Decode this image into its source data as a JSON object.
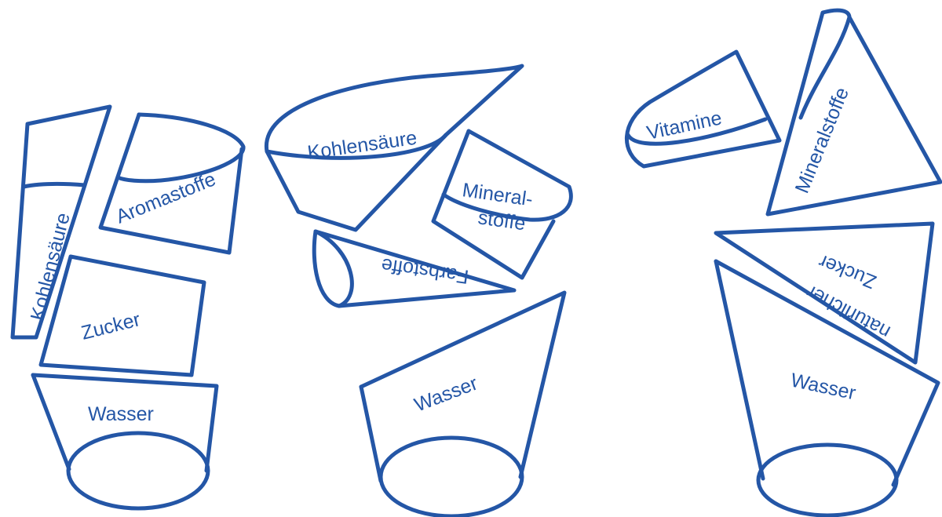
{
  "colors": {
    "stroke": "#2456a6",
    "background": "#ffffff"
  },
  "cups": [
    {
      "name": "cup-1",
      "pieces": [
        {
          "id": "kohlensaeure",
          "label": "Kohlensäure"
        },
        {
          "id": "aromastoffe",
          "label": "Aromastoffe"
        },
        {
          "id": "zucker",
          "label": "Zucker"
        },
        {
          "id": "wasser",
          "label": "Wasser"
        }
      ]
    },
    {
      "name": "cup-2",
      "pieces": [
        {
          "id": "kohlensaeure",
          "label": "Kohlensäure"
        },
        {
          "id": "mineralstoffe",
          "label_line1": "Mineral-",
          "label_line2": "stoffe"
        },
        {
          "id": "farbstoffe",
          "label": "Farbstoffe"
        },
        {
          "id": "wasser",
          "label": "Wasser"
        }
      ]
    },
    {
      "name": "cup-3",
      "pieces": [
        {
          "id": "vitamine",
          "label": "Vitamine"
        },
        {
          "id": "mineralstoffe",
          "label": "Mineralstoffe"
        },
        {
          "id": "natuerlicher-zucker",
          "label_line1": "natürlicher",
          "label_line2": "Zucker"
        },
        {
          "id": "wasser",
          "label": "Wasser"
        }
      ]
    }
  ]
}
